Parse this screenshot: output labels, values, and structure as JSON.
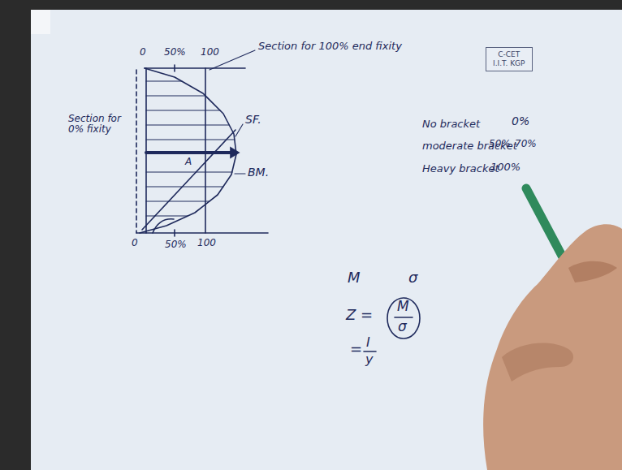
{
  "diagram": {
    "nodes": [
      {
        "text": [
          "C-CET",
          "I.I.T. KGP"
        ]
      }
    ],
    "labels": [
      "0",
      "50%",
      "100",
      "Section for 100% end fixity",
      "SF.",
      "Section for 0% fixity",
      "A",
      "BM.",
      "0",
      "50%",
      "100",
      "No bracket",
      "0%",
      "moderate bracket",
      "50%",
      "70%",
      "Heavy bracket",
      "100%",
      "M",
      "σ",
      "Z =",
      "M",
      "σ",
      "=",
      "I",
      "y"
    ]
  }
}
